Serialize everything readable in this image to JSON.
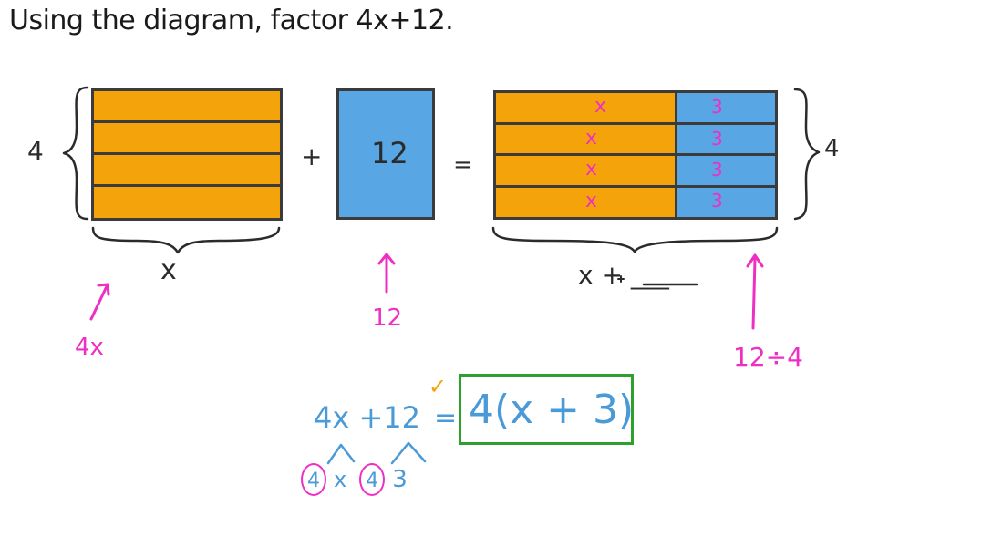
{
  "title": "Using the diagram, factor 4x+12.",
  "left_rect": {
    "side_label": "4",
    "bottom_label": "x",
    "annotation": "4x",
    "strips": 4
  },
  "plus_sign": "+",
  "blue_block": {
    "label": "12",
    "annotation": "12"
  },
  "equals_sign": "=",
  "combined_rect": {
    "side_label": "4",
    "rows": [
      {
        "left": "x",
        "right": "3"
      },
      {
        "left": "x",
        "right": "3"
      },
      {
        "left": "x",
        "right": "3"
      },
      {
        "left": "x",
        "right": "3"
      }
    ],
    "bottom_label": "x + ___",
    "annotation": "12÷4"
  },
  "equation": {
    "lhs": "4x +12",
    "equals": "=",
    "answer": "4(x + 3)",
    "checkmark": "✓",
    "factor_row": {
      "f1": "4",
      "m1": "x",
      "f2": "4",
      "m2": "3"
    }
  },
  "colors": {
    "orange": "#f5a30a",
    "blue": "#58a6e3",
    "pink": "#ee2fc4",
    "green": "#2ea02e",
    "text_blue": "#4a9ad8"
  }
}
